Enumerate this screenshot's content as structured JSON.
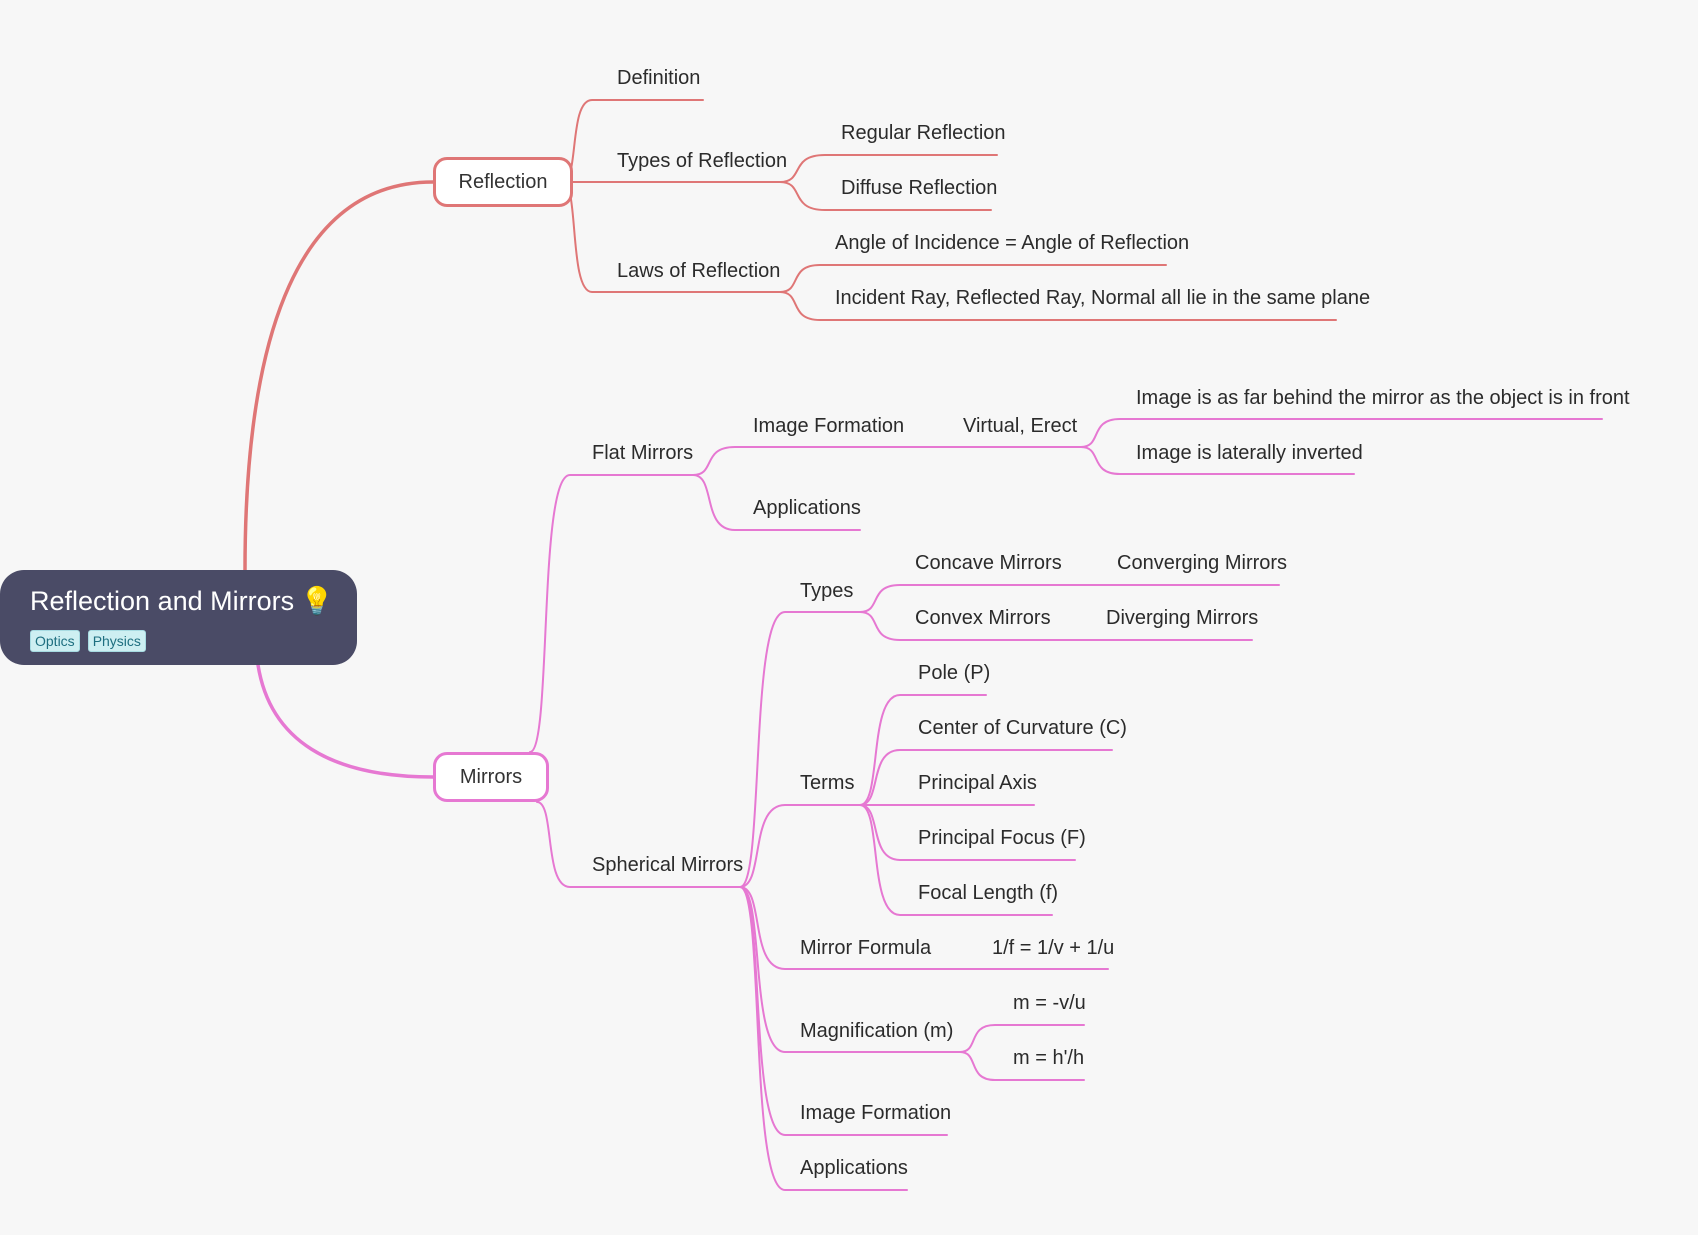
{
  "root": {
    "title": "Reflection and Mirrors",
    "icon": "lightbulb-icon",
    "icon_glyph": "💡",
    "tags": [
      "Optics",
      "Physics"
    ]
  },
  "colors": {
    "reflection_branch": "#df7676",
    "mirrors_branch": "#e678d2",
    "root_bg": "#4a4b66"
  },
  "reflection": {
    "label": "Reflection",
    "definition": "Definition",
    "types": {
      "label": "Types of Reflection",
      "regular": "Regular Reflection",
      "diffuse": "Diffuse Reflection"
    },
    "laws": {
      "label": "Laws of Reflection",
      "law1": "Angle of Incidence = Angle of Reflection",
      "law2": "Incident Ray, Reflected Ray, Normal all lie in the same plane"
    }
  },
  "mirrors": {
    "label": "Mirrors",
    "flat": {
      "label": "Flat Mirrors",
      "image_formation": "Image Formation",
      "virtual_erect": "Virtual, Erect",
      "behind": "Image is as far behind the mirror as the object is in front",
      "inverted": "Image is laterally inverted",
      "applications": "Applications"
    },
    "spherical": {
      "label": "Spherical Mirrors",
      "types": {
        "label": "Types",
        "concave": "Concave Mirrors",
        "converging": "Converging Mirrors",
        "convex": "Convex Mirrors",
        "diverging": "Diverging Mirrors"
      },
      "terms": {
        "label": "Terms",
        "pole": "Pole (P)",
        "center": "Center of Curvature (C)",
        "axis": "Principal Axis",
        "focus": "Principal Focus (F)",
        "focal_length": "Focal Length (f)"
      },
      "formula": {
        "label": "Mirror Formula",
        "value": "1/f = 1/v + 1/u"
      },
      "magnification": {
        "label": "Magnification (m)",
        "m1": "m = -v/u",
        "m2": "m = h'/h"
      },
      "image_formation": "Image Formation",
      "applications": "Applications"
    }
  }
}
